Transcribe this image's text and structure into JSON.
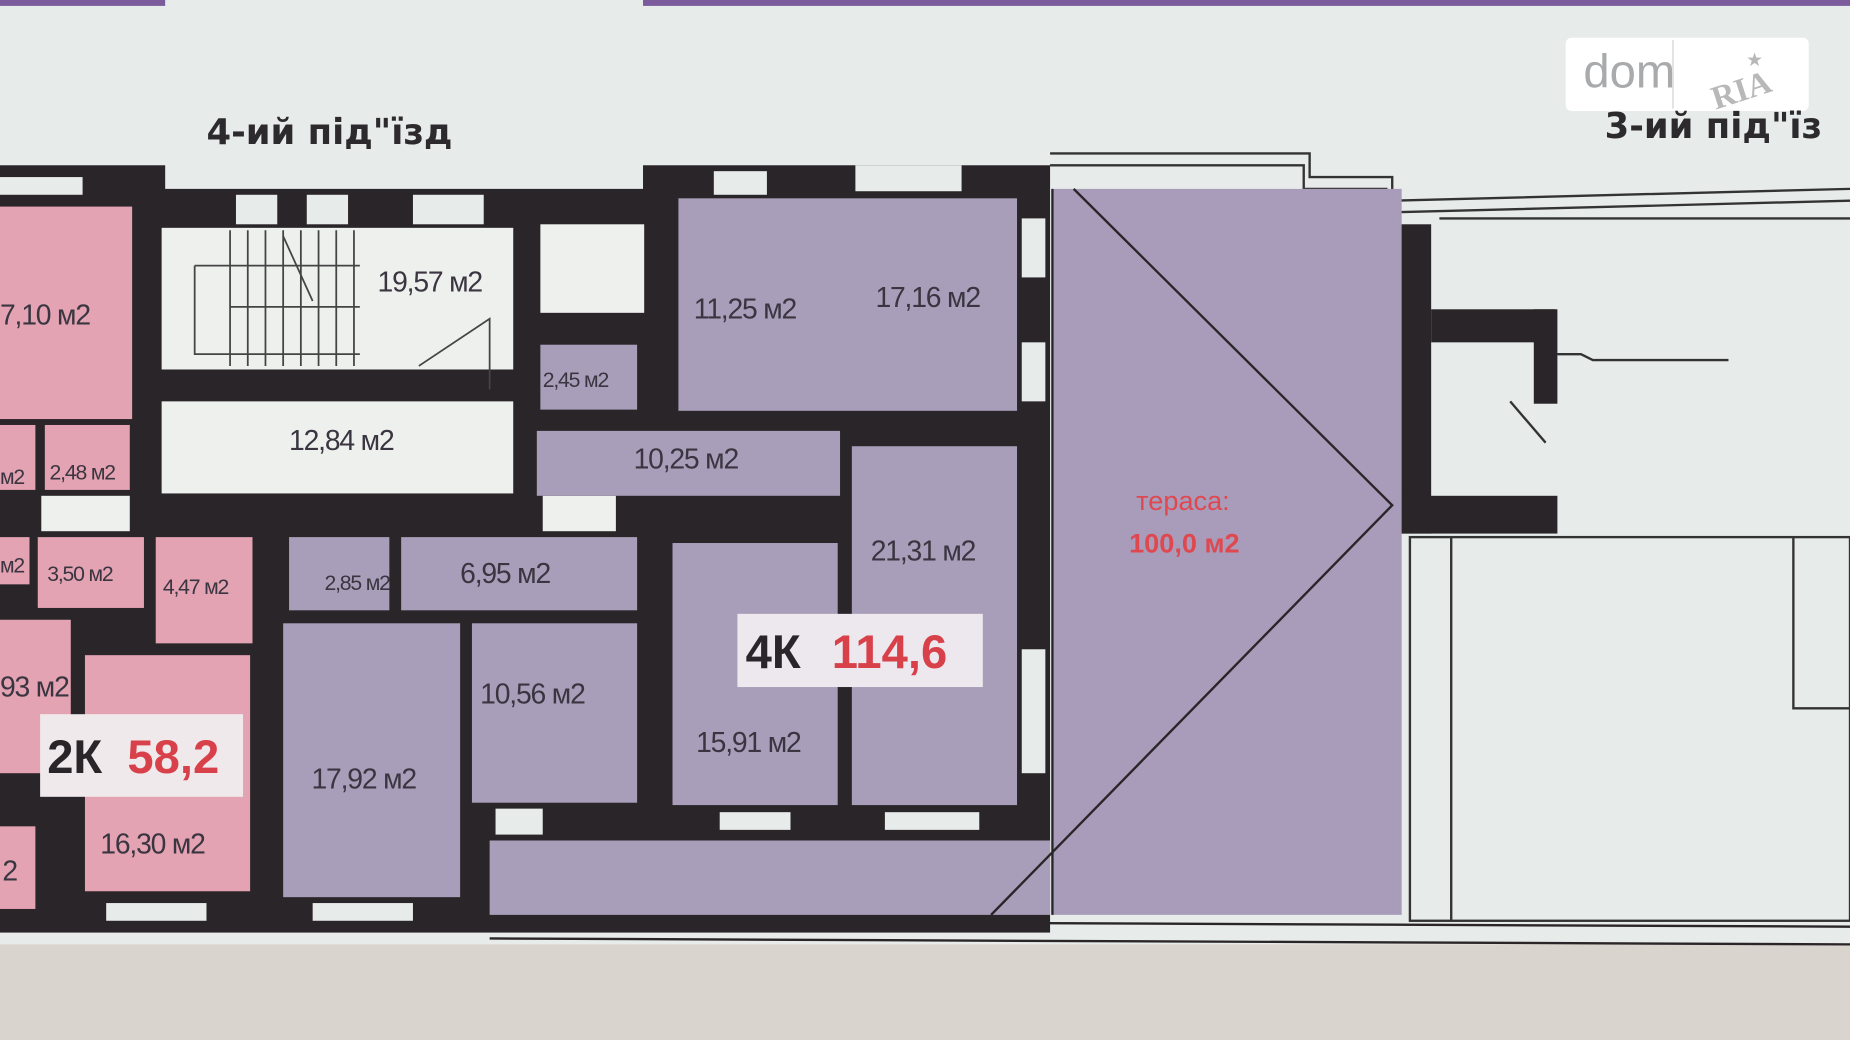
{
  "headings": {
    "entrance_4": "4-ий під\"їзд",
    "entrance_3": "3-ий під\"їз"
  },
  "logo": {
    "dom": "dom",
    "ria": "RIA"
  },
  "rooms": {
    "r_7_10": "7,10 м2",
    "r_19_57": "19,57 м2",
    "r_11_25": "11,25 м2",
    "r_17_16": "17,16 м2",
    "r_2_45": "2,45 м2",
    "r_12_84": "12,84 м2",
    "r_10_25": "10,25 м2",
    "r_left_m2a": "м2",
    "r_2_48": "2,48 м2",
    "r_left_m2b": "м2",
    "r_3_50": "3,50 м2",
    "r_4_47": "4,47 м2",
    "r_2_85": "2,85 м2",
    "r_6_95": "6,95 м2",
    "r_21_31": "21,31 м2",
    "r_93": "93 м2",
    "r_10_56": "10,56 м2",
    "r_17_92": "17,92 м2",
    "r_15_91": "15,91 м2",
    "r_16_30": "16,30 м2",
    "r_left_2": "2"
  },
  "apartments": [
    {
      "rooms": "2К",
      "area": "58,2"
    },
    {
      "rooms": "4К",
      "area": "114,6"
    }
  ],
  "terrace": {
    "label": "тераса:",
    "area": "100,0 м2"
  },
  "colors": {
    "wall": "#2a2528",
    "pink_apartment": "#e3a3b3",
    "purple_apartment": "#a99eb9",
    "common_area": "#eef0ee",
    "accent_red": "#d8404a",
    "top_bar": "#7b5b9c"
  }
}
